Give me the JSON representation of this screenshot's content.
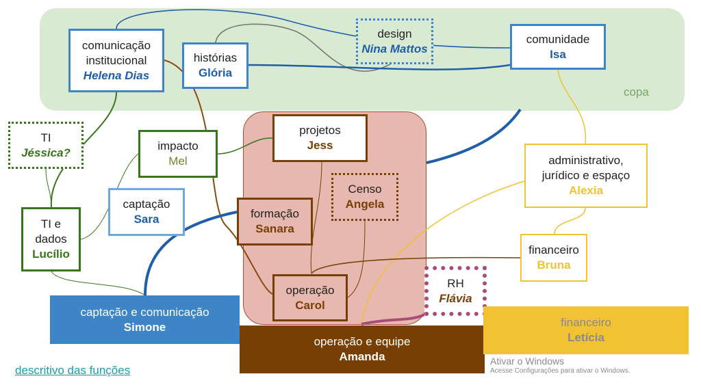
{
  "areas": {
    "copa": "copa"
  },
  "nodes": {
    "comunicacao": {
      "role": "comunicação institucional",
      "person": "Helena Dias"
    },
    "historias": {
      "role": "histórias",
      "person": "Glória"
    },
    "design": {
      "role": "design",
      "person": "Nina Mattos"
    },
    "comunidade": {
      "role": "comunidade",
      "person": "Isa"
    },
    "ti_jessica": {
      "role": "TI",
      "person": "Jéssica?"
    },
    "impacto": {
      "role": "impacto",
      "person": "Mel"
    },
    "captacao": {
      "role": "captação",
      "person": "Sara"
    },
    "ti_dados": {
      "role": "TI e dados",
      "person": "Lucílio"
    },
    "projetos": {
      "role": "projetos",
      "person": "Jess"
    },
    "censo": {
      "role": "Censo",
      "person": "Angela"
    },
    "formacao": {
      "role": "formação",
      "person": "Sanara"
    },
    "operacao": {
      "role": "operação",
      "person": "Carol"
    },
    "administrativo": {
      "role": "administrativo, jurídico e espaço",
      "person": "Alexia"
    },
    "financeiro": {
      "role": "financeiro",
      "person": "Bruna"
    },
    "rh": {
      "role": "RH",
      "person": "Flávia"
    },
    "captacao_com": {
      "role": "captação e comunicação",
      "person": "Simone"
    },
    "operacao_equipe": {
      "role": "operação e equipe",
      "person": "Amanda"
    },
    "financeiro_leticia": {
      "role": "financeiro",
      "person": "Letícia"
    }
  },
  "link": "descritivo das funções",
  "watermark": {
    "title": "Ativar o Windows",
    "text": "Acesse Configurações para ativar o Windows."
  },
  "colors": {
    "copa": "#d9ead3",
    "pink": "#e6b8af",
    "blue": "#3d85c6",
    "green": "#38761d",
    "brown": "#783f04",
    "yellow": "#f1c232",
    "magenta": "#a64d79"
  }
}
